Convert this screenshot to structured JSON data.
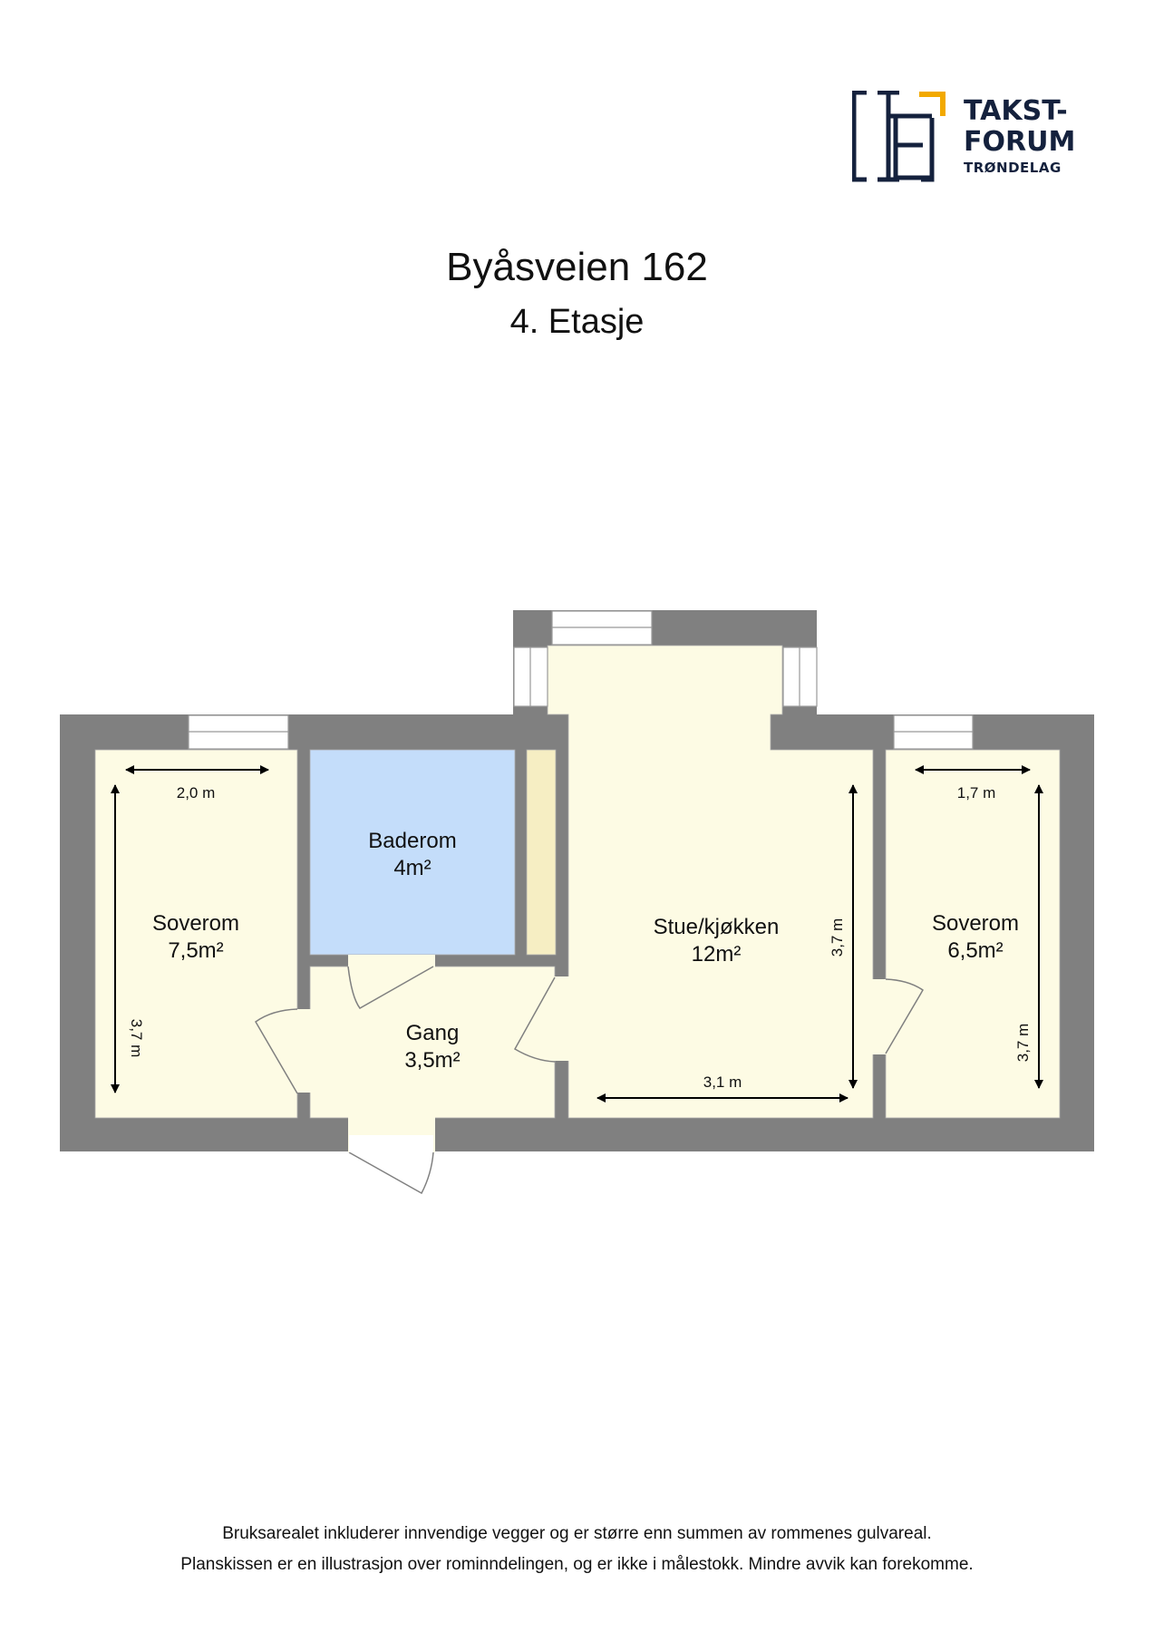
{
  "brand": {
    "name_line1": "TAKST-",
    "name_line2": "FORUM",
    "name_line3": "TRØNDELAG",
    "colors": {
      "navy": "#14213d",
      "gold": "#f2a900"
    }
  },
  "header": {
    "address": "Byåsveien 162",
    "floor": "4. Etasje"
  },
  "floorplan": {
    "colors": {
      "wall": "#808080",
      "floor": "#fdfbe4",
      "bathroom": "#c4ddfa",
      "storage": "#f6eec3",
      "window": "#ffffff",
      "door_line": "#808080"
    },
    "rooms": [
      {
        "id": "soverom-left",
        "name": "Soverom",
        "area": "7,5m²",
        "width_label": "2,0 m",
        "length_label": "3,7 m"
      },
      {
        "id": "baderom",
        "name": "Baderom",
        "area": "4m²"
      },
      {
        "id": "gang",
        "name": "Gang",
        "area": "3,5m²"
      },
      {
        "id": "stue-kjokken",
        "name": "Stue/kjøkken",
        "area": "12m²",
        "width_label": "3,1 m",
        "length_label": "3,7 m"
      },
      {
        "id": "soverom-right",
        "name": "Soverom",
        "area": "6,5m²",
        "width_label": "1,7 m",
        "length_label": "3,7 m"
      }
    ]
  },
  "footer": {
    "note1": "Bruksarealet inkluderer innvendige vegger og er større enn summen av rommenes gulvareal.",
    "note2": "Planskissen er en illustrasjon over rominndelingen, og er ikke i målestokk. Mindre avvik kan forekomme."
  }
}
